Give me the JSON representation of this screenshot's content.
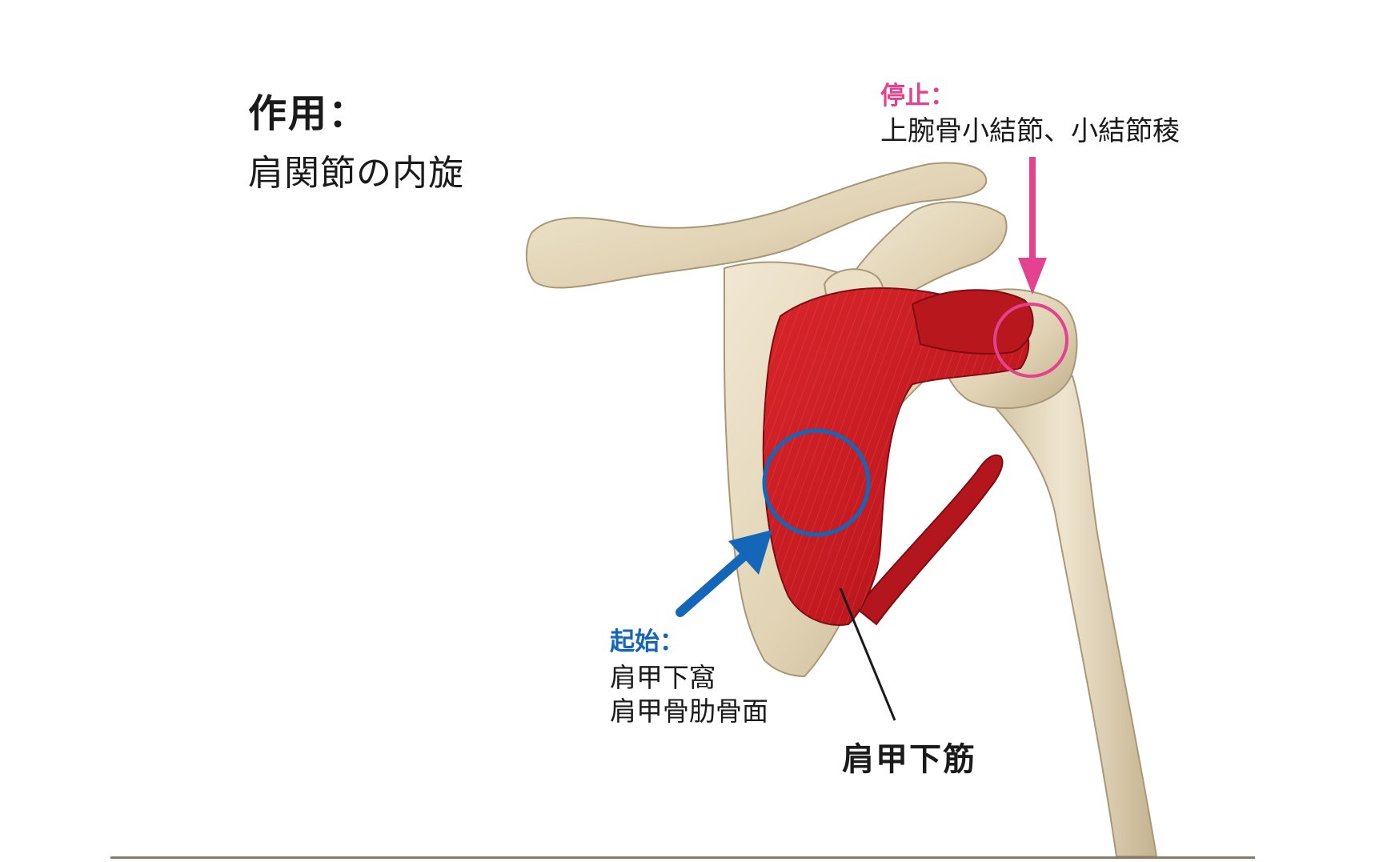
{
  "action": {
    "title": "作用：",
    "text": "肩関節の内旋"
  },
  "insertion": {
    "title": "停止：",
    "text": "上腕骨小結節、小結節稜",
    "color": "#e4418e"
  },
  "origin": {
    "title": "起始：",
    "line1": "肩甲下窩",
    "line2": "肩甲骨肋骨面",
    "color": "#1467b8"
  },
  "muscle": {
    "name": "肩甲下筋",
    "color": "#c41a22"
  },
  "colors": {
    "bone": "#e3d6b8",
    "bone_shadow": "#b9a887",
    "rule": "#8a7a66"
  }
}
